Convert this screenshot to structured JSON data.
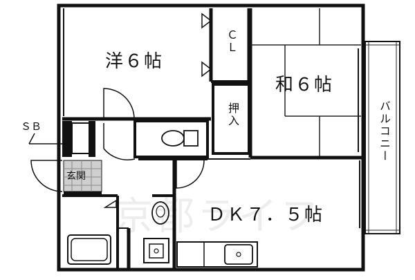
{
  "rooms": {
    "western_room": "洋６帖",
    "japanese_room": "和６帖",
    "dk": "ＤＫ７．５帖",
    "closet": "ＣＬ",
    "oshiire": "押入",
    "genkan": "玄関",
    "balcony": "バルコニー"
  },
  "labels": {
    "sb": "ＳＢ"
  },
  "watermark": {
    "text": "京都ライフ"
  },
  "colors": {
    "wall": "#111111",
    "line": "#222222",
    "tile": "#cfcfcf"
  }
}
